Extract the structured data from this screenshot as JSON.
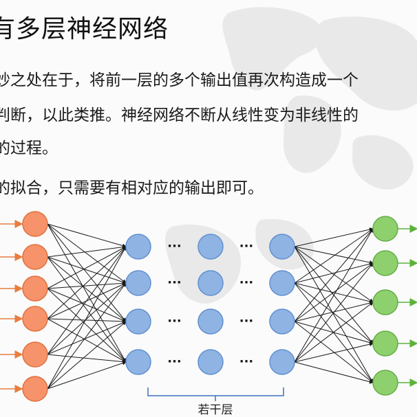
{
  "slide": {
    "title": "有多层神经网络",
    "paragraphs": [
      "妙之处在于，将前一层的多个输出值再次构造成一个",
      "判断，以此类推。神经网络不断从线性变为非线性的",
      "的过程。",
      "的拟合，只需要有相对应的输出即可。"
    ]
  },
  "diagram": {
    "input_node_count": 6,
    "hidden_columns": 3,
    "hidden_nodes_per_column": 4,
    "output_node_count": 5,
    "ellipsis": "···",
    "brace_label": "若干层",
    "colors": {
      "input_fill": "#f6936a",
      "input_stroke": "#e26f3d",
      "input_arrow": "#e87d3e",
      "hidden_fill": "#8fb4e3",
      "hidden_stroke": "#5f8fcf",
      "output_fill": "#8fd06e",
      "output_stroke": "#62ad44",
      "output_arrow": "#5cb23a",
      "edge": "#1a1a1a",
      "brace": "#3d6fbf"
    }
  }
}
